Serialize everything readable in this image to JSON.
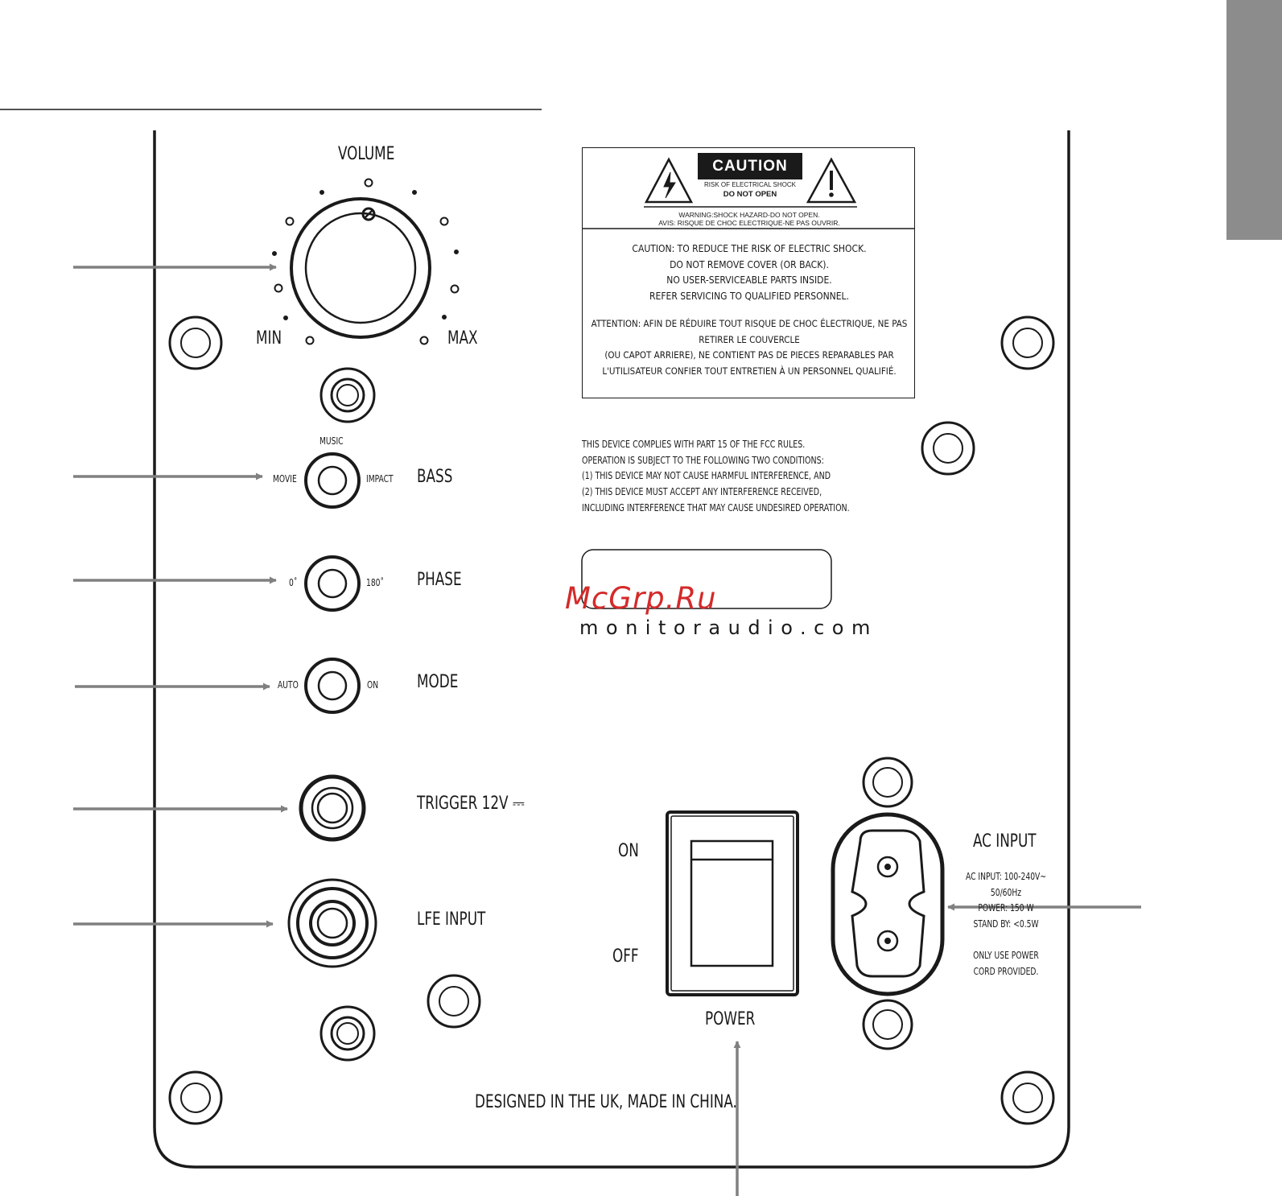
{
  "controls": {
    "volume": "VOLUME",
    "min": "MIN",
    "max": "MAX",
    "bass": "BASS",
    "bass_music": "MUSIC",
    "bass_movie": "MOVIE",
    "bass_impact": "IMPACT",
    "phase": "PHASE",
    "phase_0": "0˚",
    "phase_180": "180˚",
    "mode": "MODE",
    "mode_auto": "AUTO",
    "mode_on": "ON",
    "trigger": "TRIGGER 12V ⎓",
    "lfe": "LFE INPUT"
  },
  "caution": {
    "title": "CAUTION",
    "sub1": "RISK OF ELECTRICAL SHOCK",
    "sub2": "DO NOT OPEN",
    "warning1": "WARNING:SHOCK HAZARD-DO NOT OPEN.",
    "warning2": "AVIS: RISQUE DE CHOC ELECTRIQUE-NE PAS OUVRIR.",
    "en": [
      "CAUTION: TO REDUCE THE RISK OF ELECTRIC SHOCK.",
      "DO NOT REMOVE COVER (OR BACK).",
      "NO USER-SERVICEABLE PARTS INSIDE.",
      "REFER SERVICING TO QUALIFIED PERSONNEL."
    ],
    "fr": [
      "ATTENTION: AFIN DE RÉDUIRE TOUT RISQUE DE CHOC ÉLECTRIQUE, NE PAS",
      "RETIRER LE COUVERCLE",
      "(OU CAPOT ARRIERE), NE CONTIENT PAS DE PIECES REPARABLES PAR",
      "L'UTILISATEUR CONFIER TOUT ENTRETIEN À UN PERSONNEL QUALIFIÉ."
    ]
  },
  "fcc": [
    "THIS DEVICE COMPLIES WITH PART 15 OF THE FCC RULES.",
    "OPERATION IS SUBJECT TO THE FOLLOWING TWO CONDITIONS:",
    "(1) THIS DEVICE MAY NOT CAUSE HARMFUL INTERFERENCE, AND",
    "(2) THIS DEVICE MUST ACCEPT ANY INTERFERENCE RECEIVED,",
    "INCLUDING INTERFERENCE THAT MAY CAUSE UNDESIRED OPERATION."
  ],
  "watermark": "McGrp.Ru",
  "website": "monitoraudio.com",
  "power": {
    "on": "ON",
    "off": "OFF",
    "label": "POWER"
  },
  "ac": {
    "title": "AC INPUT",
    "specs": [
      "AC INPUT: 100-240V~",
      "50/60Hz",
      "POWER: 150 W",
      "STAND BY: <0.5W"
    ],
    "note": [
      "ONLY USE POWER",
      "CORD PROVIDED."
    ]
  },
  "footer": "DESIGNED IN THE UK, MADE IN CHINA.",
  "colors": {
    "line": "#1a1a1a",
    "arrow": "#808080",
    "tab": "#8c8c8c",
    "watermark": "#d42a2a"
  }
}
